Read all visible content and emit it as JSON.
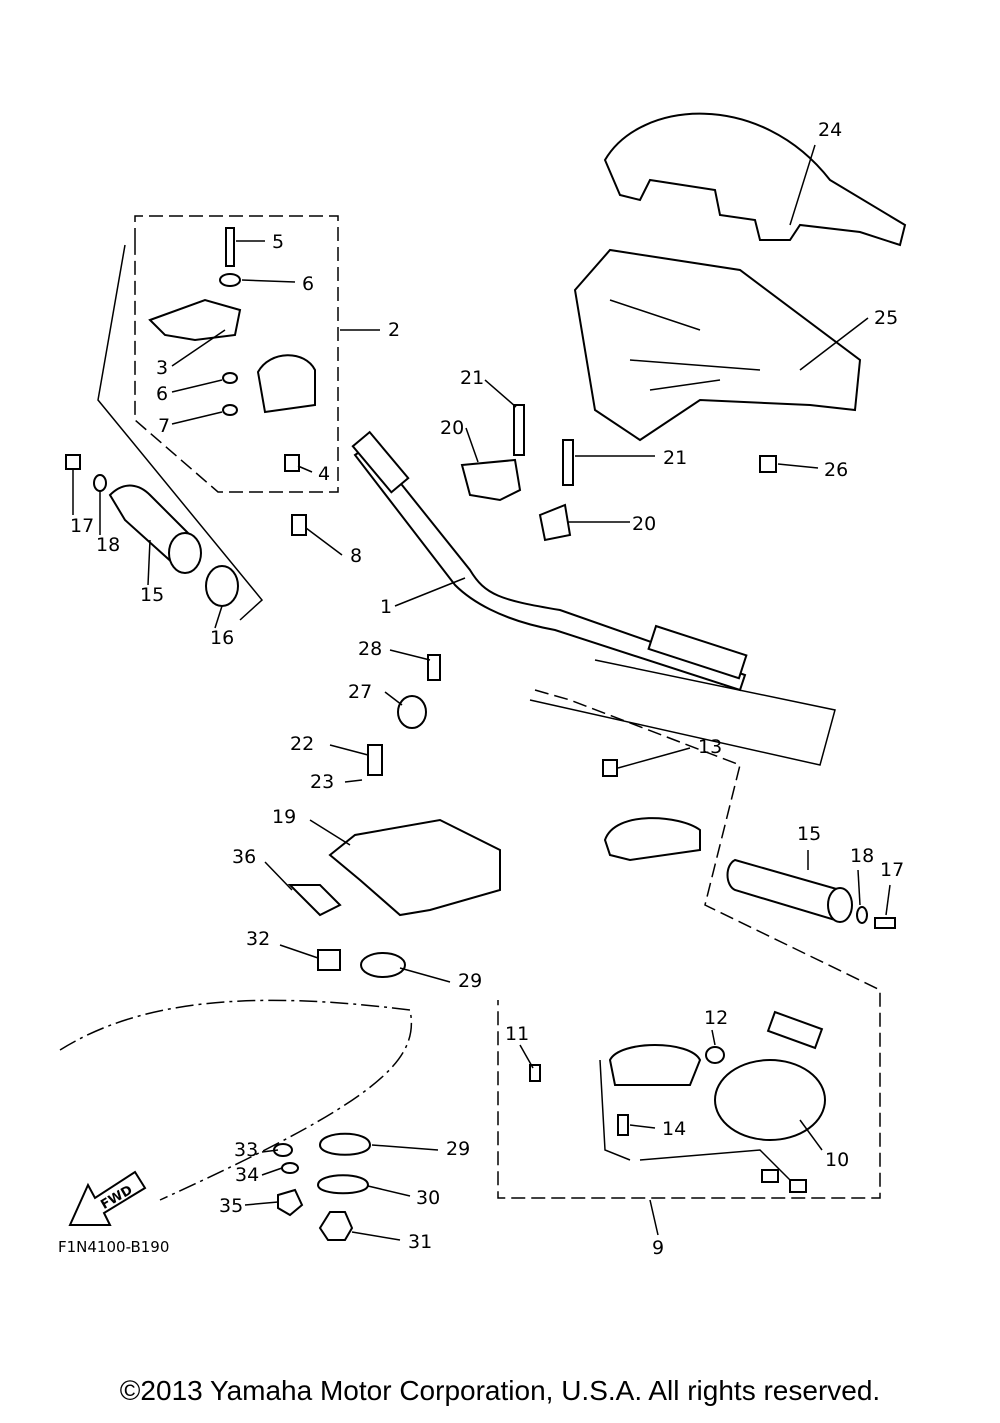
{
  "diagram_code": "F1N4100-B190",
  "fwd_arrow_label": "FWD",
  "copyright": "©2013 Yamaha Motor Corporation, U.S.A. All rights reserved.",
  "callouts": [
    "5",
    "6",
    "2",
    "3",
    "6",
    "7",
    "4",
    "8",
    "17",
    "18",
    "15",
    "16",
    "21",
    "20",
    "21",
    "20",
    "24",
    "25",
    "26",
    "1",
    "28",
    "27",
    "22",
    "23",
    "19",
    "36",
    "13",
    "15",
    "18",
    "17",
    "32",
    "29",
    "11",
    "12",
    "14",
    "10",
    "9",
    "33",
    "29",
    "34",
    "30",
    "35",
    "31"
  ]
}
